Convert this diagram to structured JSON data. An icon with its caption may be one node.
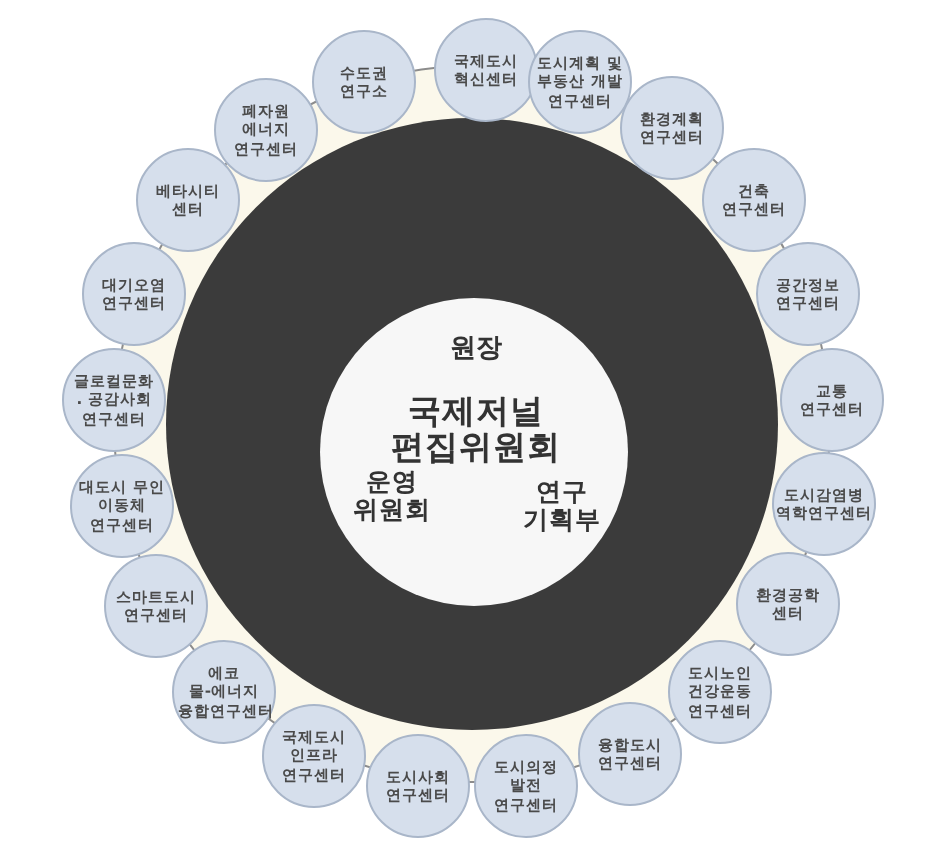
{
  "diagram": {
    "nodes": [
      {
        "text": [
          "원장",
          "국제저널 편집위원회",
          "운영 위원회",
          "연구 기획부"
        ]
      },
      {
        "text": [
          "국제도시 혁신센터"
        ]
      },
      {
        "text": [
          "도시계획 및 부동산 개발 연구센터"
        ]
      },
      {
        "text": [
          "환경계획 연구센터"
        ]
      },
      {
        "text": [
          "건축 연구센터"
        ]
      },
      {
        "text": [
          "공간정보 연구센터"
        ]
      },
      {
        "text": [
          "교통 연구센터"
        ]
      },
      {
        "text": [
          "도시감염병 역학연구센터"
        ]
      },
      {
        "text": [
          "환경공학 센터"
        ]
      },
      {
        "text": [
          "도시노인 건강운동 연구센터"
        ]
      },
      {
        "text": [
          "융합도시 연구센터"
        ]
      },
      {
        "text": [
          "도시의정 발전 연구센터"
        ]
      },
      {
        "text": [
          "도시사회 연구센터"
        ]
      },
      {
        "text": [
          "국제도시 인프라 연구센터"
        ]
      },
      {
        "text": [
          "에코 물-에너지 융합연구센터"
        ]
      },
      {
        "text": [
          "스마트도시 연구센터"
        ]
      },
      {
        "text": [
          "대도시 무인 이동체 연구센터"
        ]
      },
      {
        "text": [
          "글로컬문화 . 공감사회 연구센터"
        ]
      },
      {
        "text": [
          "대기오염 연구센터"
        ]
      },
      {
        "text": [
          "베타시티 센터"
        ]
      },
      {
        "text": [
          "폐자원 에너지 연구센터"
        ]
      },
      {
        "text": [
          "수도권 연구소"
        ]
      }
    ]
  }
}
